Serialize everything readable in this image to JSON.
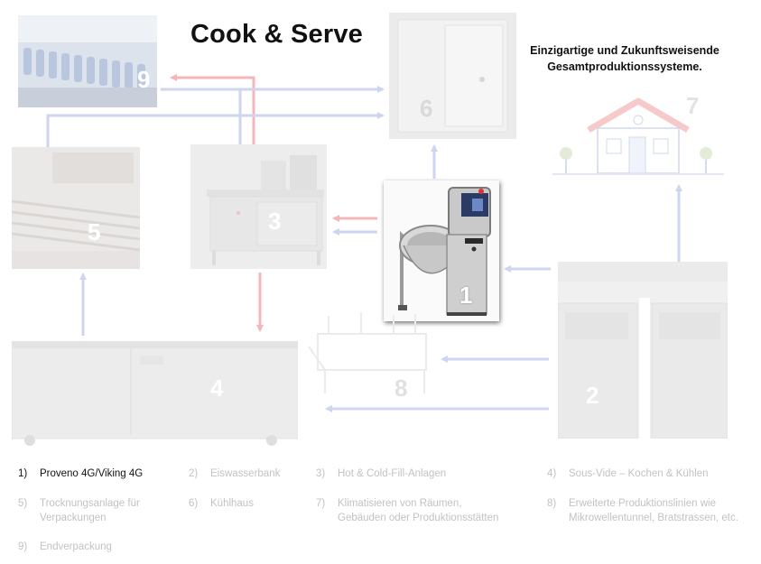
{
  "title": "Cook & Serve",
  "tagline": {
    "line1": "Einzigartige und Zukunftsweisende",
    "line2": "Gesamtproduktionssysteme."
  },
  "nodes": [
    {
      "id": "1",
      "number": "1"
    },
    {
      "id": "2",
      "number": "2"
    },
    {
      "id": "3",
      "number": "3"
    },
    {
      "id": "4",
      "number": "4"
    },
    {
      "id": "5",
      "number": "5"
    },
    {
      "id": "6",
      "number": "6"
    },
    {
      "id": "7",
      "number": "7"
    },
    {
      "id": "8",
      "number": "8"
    },
    {
      "id": "9",
      "number": "9"
    }
  ],
  "legend": [
    {
      "number": "1)",
      "label": "Proveno 4G/Viking 4G",
      "active": true
    },
    {
      "number": "2)",
      "label": "Eiswasserbank"
    },
    {
      "number": "3)",
      "label": "Hot & Cold-Fill-Anlagen"
    },
    {
      "number": "4)",
      "label": "Sous-Vide – Kochen & Kühlen"
    },
    {
      "number": "5)",
      "label": "Trocknungsanlage für",
      "label2": "Verpackungen"
    },
    {
      "number": "6)",
      "label": "Kühlhaus"
    },
    {
      "number": "7)",
      "label": "Klimatisieren von Räumen,",
      "label2": "Gebäuden oder Produktionsstätten"
    },
    {
      "number": "8)",
      "label": "Erweiterte Produktionslinien wie",
      "label2": "Mikrowellentunnel, Bratstrassen, etc."
    },
    {
      "number": "9)",
      "label": "Endverpackung"
    }
  ],
  "colors": {
    "arrow_red": "#f4b6b6",
    "arrow_blue": "#cdd6ee",
    "faded_number": "#ffffff",
    "active_text": "#111111",
    "faded_text": "#c2c2c2"
  },
  "icons": {
    "node1": "tilting-kettle-icon",
    "node2": "ice-water-bank-icon",
    "node3": "hot-cold-fill-icon",
    "node4": "sous-vide-tank-icon",
    "node5": "drying-conveyor-icon",
    "node6": "cold-room-door-icon",
    "node7": "house-icon",
    "node8": "production-line-icon",
    "node9": "bottle-line-icon"
  }
}
